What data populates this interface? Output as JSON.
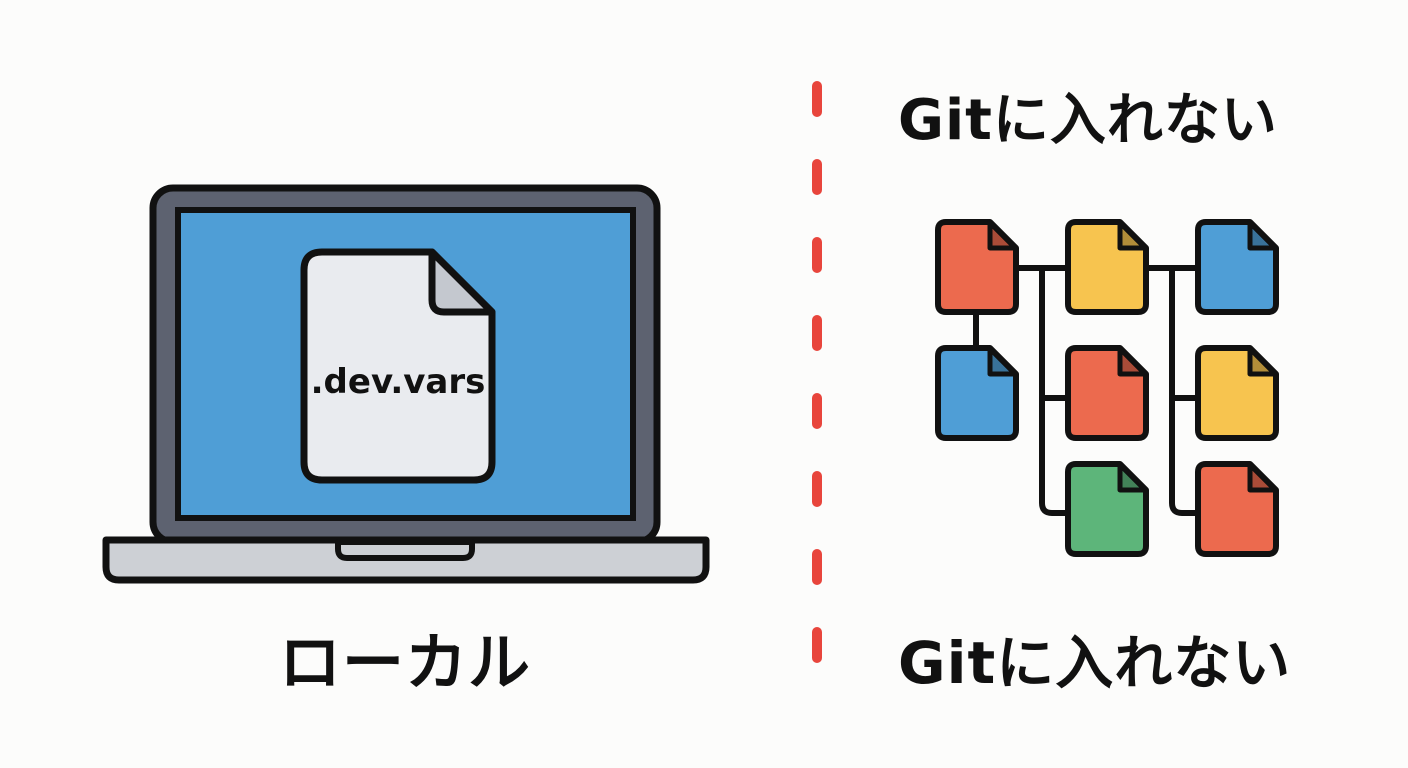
{
  "local_side": {
    "file_label": ".dev.vars",
    "caption": "ローカル"
  },
  "git_side": {
    "top_caption": "Gitに入れない",
    "bottom_caption": "Gitに入れない"
  },
  "colors": {
    "background": "#fcfcfb",
    "outline": "#111111",
    "screen_blue": "#4f9ed6",
    "laptop_frame": "#5d6270",
    "laptop_base": "#cdd0d5",
    "file_paper": "#e9ebef",
    "file_fold": "#c4c8cf",
    "divider": "#e8453c",
    "file_red": "#ec6a4e",
    "file_yellow": "#f7c44f",
    "file_blue": "#4f9ed6",
    "file_green": "#5db57a"
  },
  "file_tree": {
    "files": [
      {
        "id": "r0c0",
        "color": "red"
      },
      {
        "id": "r0c1",
        "color": "yellow"
      },
      {
        "id": "r0c2",
        "color": "blue"
      },
      {
        "id": "r1c0",
        "color": "blue"
      },
      {
        "id": "r1c1",
        "color": "red"
      },
      {
        "id": "r1c2",
        "color": "yellow"
      },
      {
        "id": "r2c1",
        "color": "green"
      },
      {
        "id": "r2c2",
        "color": "red"
      }
    ]
  }
}
